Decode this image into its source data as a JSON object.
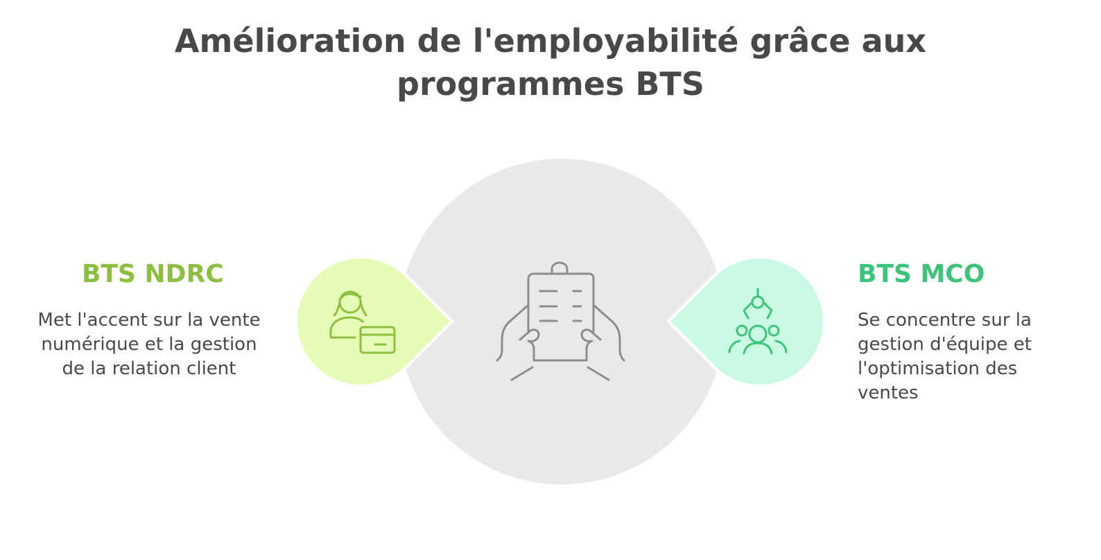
{
  "title": "Amélioration de l'employabilité grâce aux programmes BTS",
  "colors": {
    "center_circle": "#e9e9e9",
    "left_fill": "#e6fbb5",
    "left_accent": "#8cbf3f",
    "right_fill": "#cbfae4",
    "right_accent": "#3cc47a",
    "center_icon": "#8c8c8c",
    "text": "#484848"
  },
  "left": {
    "heading": "BTS NDRC",
    "description": "Met l'accent sur la vente numérique et la gestion de la relation client",
    "icon": "customer-payment-icon"
  },
  "center": {
    "icon": "clipboard-in-hands-icon"
  },
  "right": {
    "heading": "BTS MCO",
    "description": "Se concentre sur la gestion d'équipe et l'optimisation des ventes",
    "icon": "team-management-icon"
  }
}
